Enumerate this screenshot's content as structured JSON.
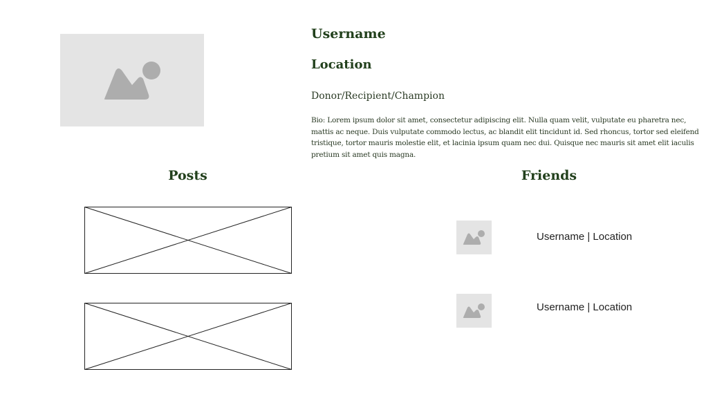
{
  "profile": {
    "username": "Username",
    "location": "Location",
    "role": "Donor/Recipient/Champion",
    "bio": "Bio:  Lorem ipsum dolor sit amet, consectetur adipiscing elit. Nulla quam velit, vulputate eu pharetra nec, mattis ac neque. Duis vulputate commodo lectus, ac blandit elit tincidunt id. Sed rhoncus, tortor sed eleifend tristique, tortor mauris molestie elit, et lacinia ipsum quam nec dui. Quisque nec mauris sit amet elit iaculis pretium sit amet quis magna."
  },
  "posts": {
    "heading": "Posts"
  },
  "friends": {
    "heading": "Friends",
    "items": [
      {
        "label": "Username | Location"
      },
      {
        "label": "Username | Location"
      }
    ]
  },
  "colors": {
    "heading_green": "#22401c",
    "placeholder_bg": "#e4e4e4",
    "placeholder_icon": "#adadad"
  },
  "icons": {
    "profile_avatar": "image-placeholder-icon",
    "post_placeholder": "crossed-box-image-placeholder",
    "friend_avatar": "image-placeholder-icon"
  }
}
